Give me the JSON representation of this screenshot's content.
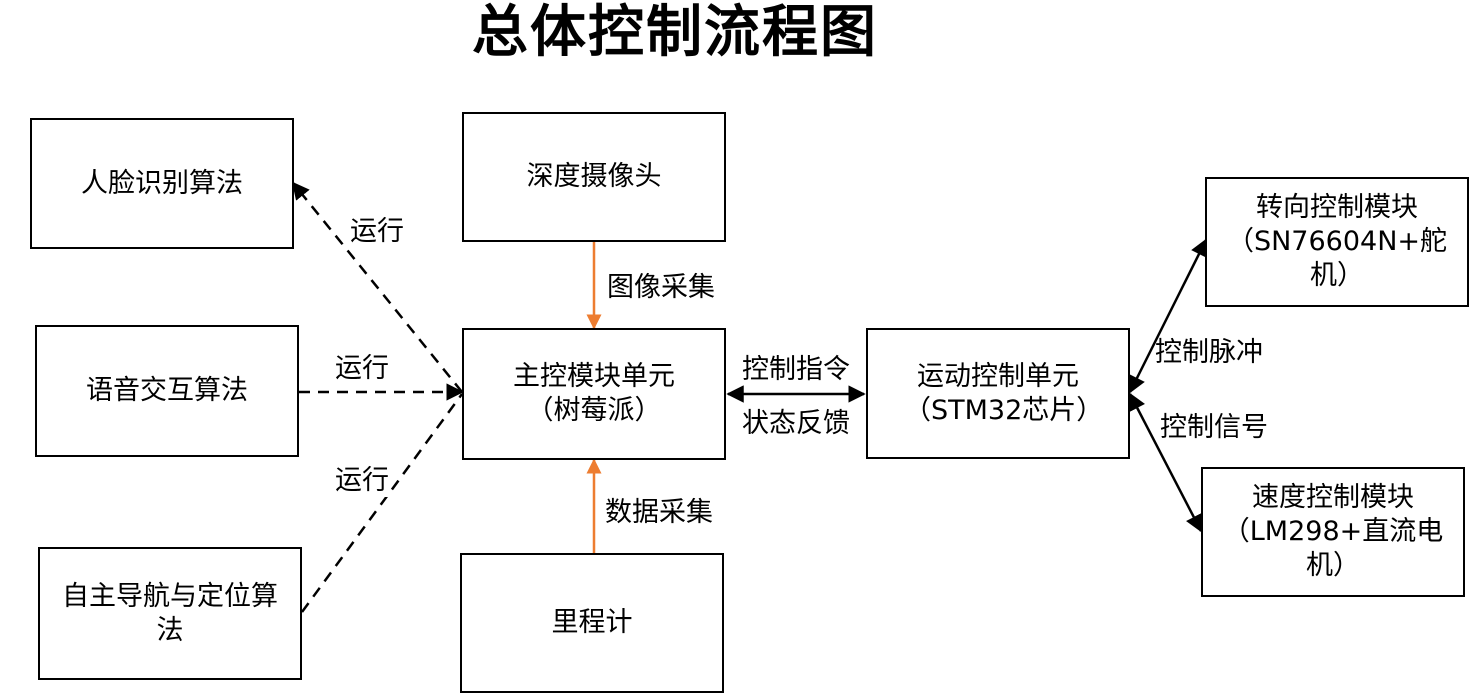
{
  "title": "总体控制流程图",
  "nodes": {
    "face": "人脸识别算法",
    "voice": "语音交互算法",
    "nav": "自主导航与定位算法",
    "camera": "深度摄像头",
    "main": "主控模块单元（树莓派）",
    "odometer": "里程计",
    "motion": "运动控制单元（STM32芯片）",
    "steering": "转向控制模块（SN76604N+舵机）",
    "speed": "速度控制模块（LM298+直流电机）"
  },
  "edges": {
    "face_run": "运行",
    "voice_run": "运行",
    "nav_run": "运行",
    "image_capture": "图像采集",
    "data_capture": "数据采集",
    "control_cmd": "控制指令",
    "status_feedback": "状态反馈",
    "control_pulse": "控制脉冲",
    "control_signal": "控制信号"
  },
  "colors": {
    "orange_arrow": "#ED7D31",
    "line": "#000000"
  }
}
